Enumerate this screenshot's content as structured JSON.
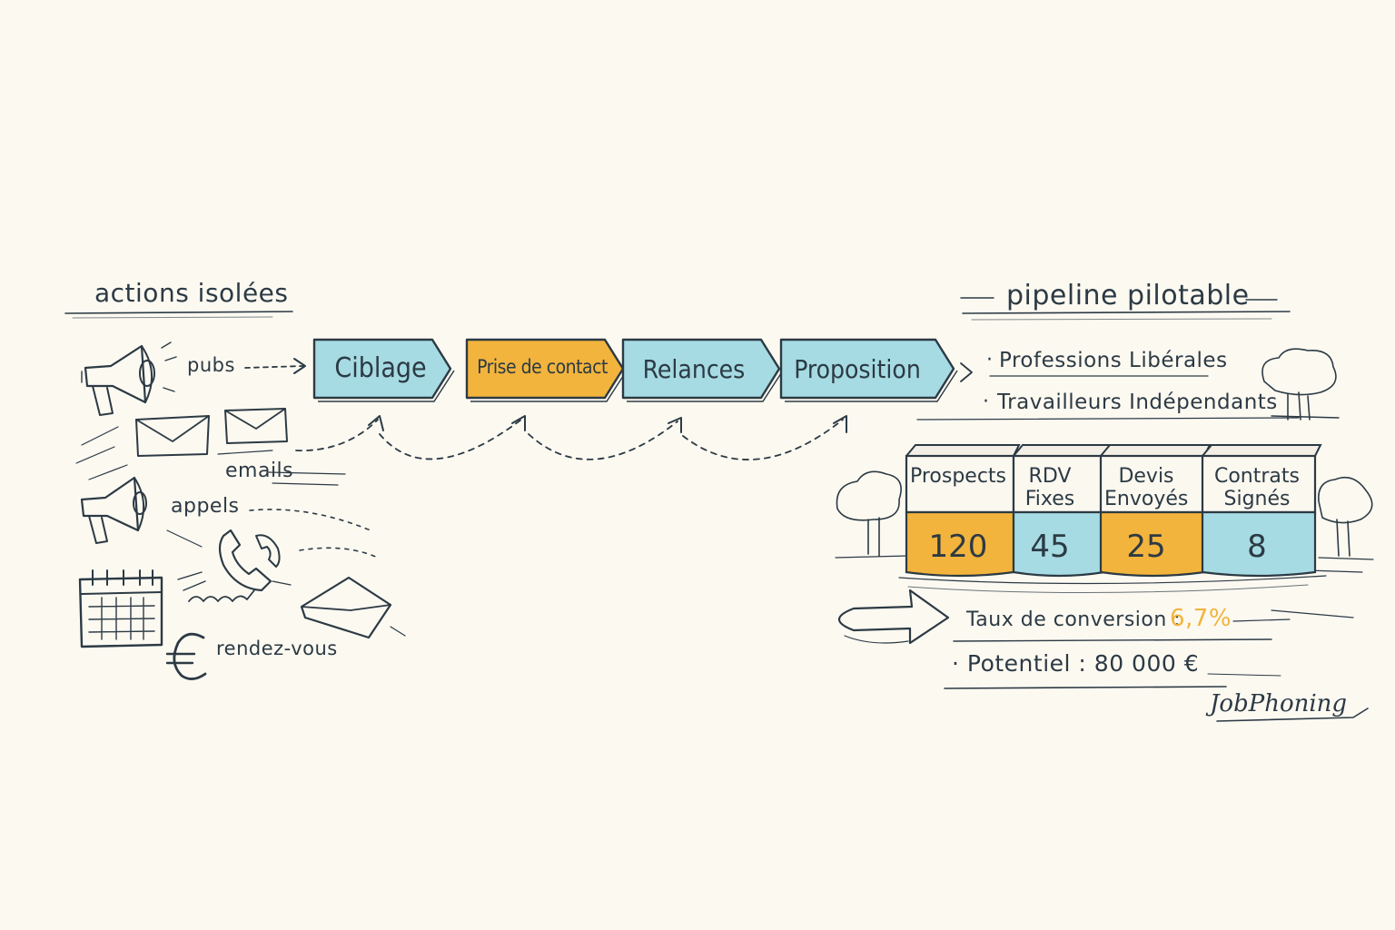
{
  "colors": {
    "blue": "#a6dbe3",
    "orange": "#f2b43c",
    "ink": "#2c3a44",
    "background": "#fcf9f1"
  },
  "left": {
    "title": "actions isolées",
    "labels": {
      "pubs": "pubs",
      "emails": "emails",
      "appels": "appels",
      "rdv": "rendez-vous"
    },
    "icons": [
      "megaphone-icon",
      "envelope-icon",
      "phone-icon",
      "calendar-icon",
      "euro-icon"
    ]
  },
  "stages": [
    {
      "label": "Ciblage",
      "color": "#a6dbe3"
    },
    {
      "label": "Prise de contact",
      "color": "#f2b43c"
    },
    {
      "label": "Relances",
      "color": "#a6dbe3"
    },
    {
      "label": "Proposition",
      "color": "#a6dbe3"
    }
  ],
  "right": {
    "title": "pipeline pilotable",
    "segments": [
      "Professions Libérales",
      "Travailleurs Indépendants"
    ],
    "metrics": [
      {
        "name": "Prospects",
        "value": "120",
        "color": "#f2b43c"
      },
      {
        "name": "RDV\nFixes",
        "value": "45",
        "color": "#a6dbe3"
      },
      {
        "name": "Devis\nEnvoyés",
        "value": "25",
        "color": "#f2b43c"
      },
      {
        "name": "Contrats\nSignés",
        "value": "8",
        "color": "#a6dbe3"
      }
    ],
    "conversion_label": "Taux de conversion :",
    "conversion_value": "6,7%",
    "potential": "· Potentiel :  80 000 €",
    "brand": "JobPhoning"
  }
}
